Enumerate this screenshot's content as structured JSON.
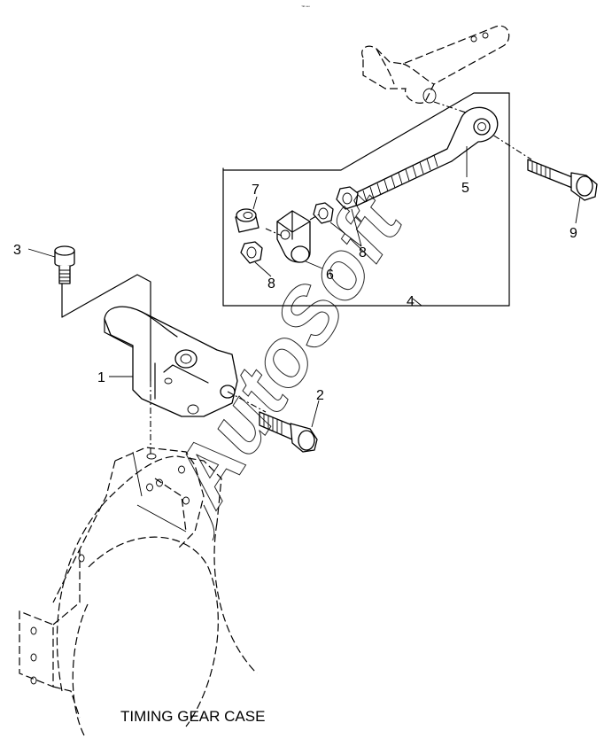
{
  "header": {
    "tiny_mark": "™ ***"
  },
  "caption": "TIMING GEAR CASE",
  "watermark": "AutoSoft",
  "callouts": {
    "c1": "1",
    "c2": "2",
    "c3": "3",
    "c4": "4",
    "c5": "5",
    "c6": "6",
    "c7": "7",
    "c8a": "8",
    "c8b": "8",
    "c9": "9"
  }
}
